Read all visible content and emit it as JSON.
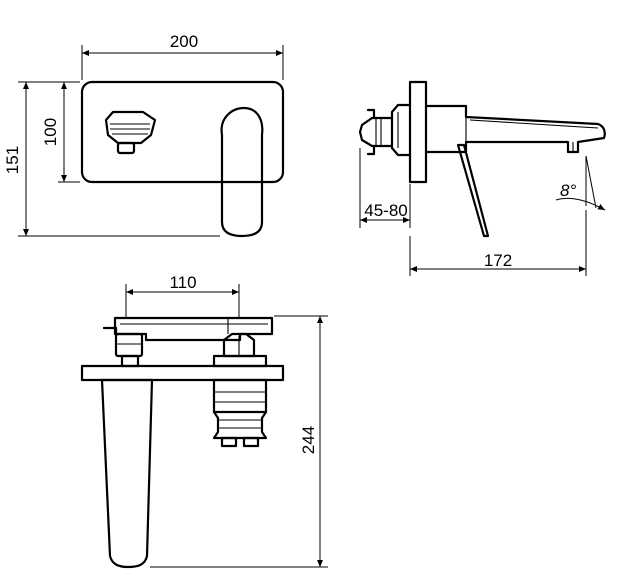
{
  "dimensions": {
    "front_width": "200",
    "front_height_plate": "100",
    "front_height_total": "151",
    "wall_depth": "45-80",
    "spout_reach": "172",
    "spout_angle": "8°",
    "top_spacing": "110",
    "top_length": "244"
  }
}
